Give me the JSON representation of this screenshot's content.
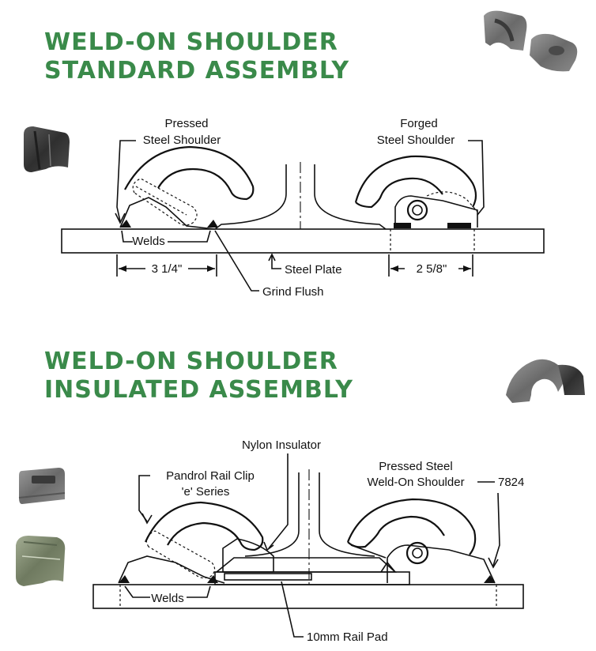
{
  "standard_assembly": {
    "title_line1": "WELD-ON SHOULDER",
    "title_line2": "STANDARD ASSEMBLY",
    "labels": {
      "pressed_line1": "Pressed",
      "pressed_line2": "Steel Shoulder",
      "forged_line1": "Forged",
      "forged_line2": "Steel Shoulder",
      "welds": "Welds",
      "steel_plate": "Steel Plate",
      "dim_left": "3 1/4\"",
      "dim_right": "2 5/8\"",
      "grind_flush": "Grind Flush"
    }
  },
  "insulated_assembly": {
    "title_line1": "WELD-ON SHOULDER",
    "title_line2": "INSULATED ASSEMBLY",
    "labels": {
      "nylon_insulator": "Nylon Insulator",
      "pandrol_line1": "Pandrol Rail Clip",
      "pandrol_line2": "'e' Series",
      "pressed_line1": "Pressed Steel",
      "pressed_line2": "Weld-On Shoulder",
      "part_number": "7824",
      "welds": "Welds",
      "rail_pad": "10mm Rail Pad"
    }
  },
  "colors": {
    "title_green": "#3a8a4a",
    "metal_dark": "#3c3c3c",
    "metal_mid": "#6e6e6e",
    "metal_light": "#a8a8a8",
    "metal_green_tint": "#7d8a6e"
  }
}
